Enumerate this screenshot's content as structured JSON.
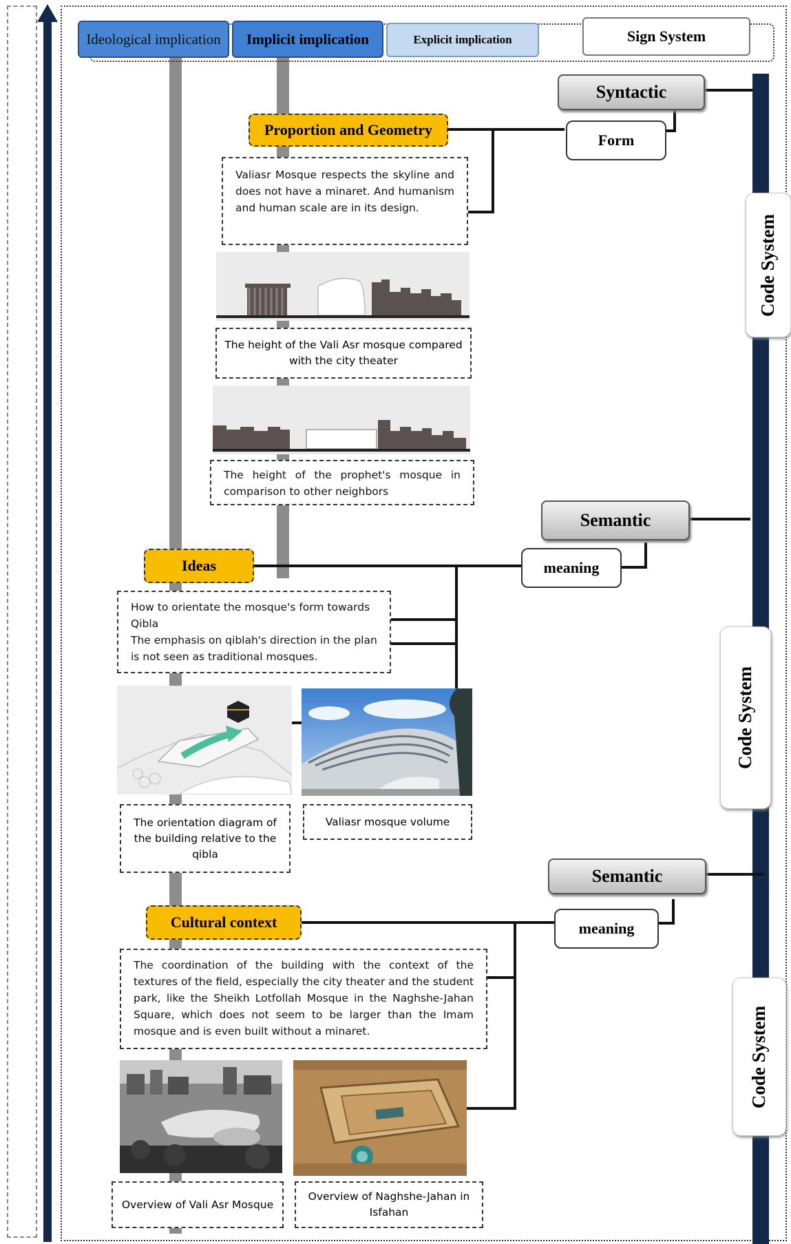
{
  "headers": {
    "ideological": "Ideological implication",
    "implicit": "Implicit implication",
    "explicit": "Explicit implication",
    "sign_system": "Sign System"
  },
  "levels": {
    "syntactic": "Syntactic",
    "form": "Form",
    "semantic_1": "Semantic",
    "meaning_1": "meaning",
    "semantic_2": "Semantic",
    "meaning_2": "meaning",
    "code_system_1": "Code System",
    "code_system_2": "Code System",
    "code_system_3": "Code System"
  },
  "sections": {
    "proportion": {
      "title": "Proportion and Geometry",
      "description": "Valiasr Mosque respects the skyline and does not have a minaret. And humanism and human scale are in its design.",
      "caption_1": "The height of the Vali Asr mosque compared with the city theater",
      "caption_2": "The height of the prophet's mosque in comparison to other neighbors"
    },
    "ideas": {
      "title": "Ideas",
      "description_line1": "How to orientate the mosque's form towards Qibla",
      "description_line2": "The emphasis on qiblah's direction in the plan is not seen as traditional mosques.",
      "caption_1": "The orientation diagram of the building relative to the qibla",
      "caption_2": "Valiasr mosque volume"
    },
    "cultural": {
      "title": "Cultural context",
      "description": "The coordination of the building with the context of the textures of the field, especially the city theater and the student park, like the Sheikh Lotfollah Mosque in the Naghshe-Jahan Square, which does not seem to be larger than the Imam mosque and is even built without a minaret.",
      "caption_1": "Overview of Vali Asr Mosque",
      "caption_2": "Overview of Naghshe-Jahan in Isfahan"
    }
  },
  "colors": {
    "navy": "#14284a",
    "header_blue": "#4a86d6",
    "header_light_blue": "#c5d9f1",
    "category_yellow": "#f8bd00",
    "gray_bar": "#8c8c8c"
  }
}
